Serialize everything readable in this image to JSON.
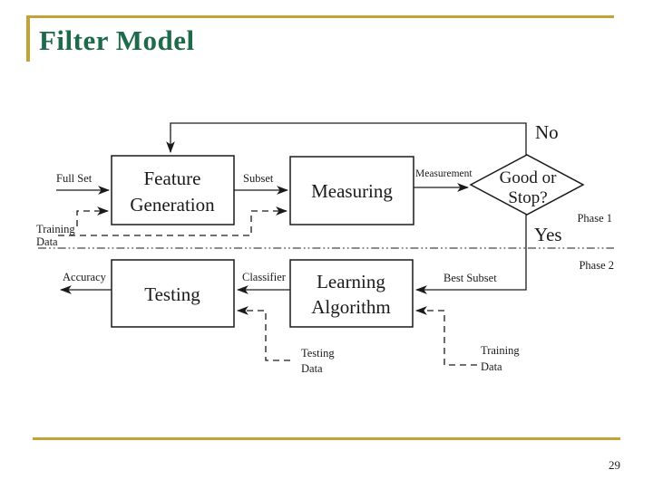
{
  "slide": {
    "title": "Filter Model",
    "page_number": "29"
  },
  "colors": {
    "accent_gold": "#C3A237",
    "title_green": "#1E6B4B",
    "diagram_ink": "#1A1A1A"
  },
  "diagram": {
    "boxes": {
      "feature_generation": {
        "line1": "Feature",
        "line2": "Generation"
      },
      "measuring": {
        "label": "Measuring"
      },
      "testing": {
        "label": "Testing"
      },
      "learning_algorithm": {
        "line1": "Learning",
        "line2": "Algorithm"
      }
    },
    "decision": {
      "line1": "Good or",
      "line2": "Stop?"
    },
    "labels": {
      "full_set": "Full Set",
      "subset": "Subset",
      "measurement": "Measurement",
      "no": "No",
      "yes": "Yes",
      "phase1": "Phase 1",
      "phase2": "Phase 2",
      "accuracy": "Accuracy",
      "classifier": "Classifier",
      "best_subset": "Best Subset",
      "training_data_top": {
        "line1": "Training",
        "line2": "Data"
      },
      "testing_data": {
        "line1": "Testing",
        "line2": "Data"
      },
      "training_data_bottom": {
        "line1": "Training",
        "line2": "Data"
      }
    }
  }
}
